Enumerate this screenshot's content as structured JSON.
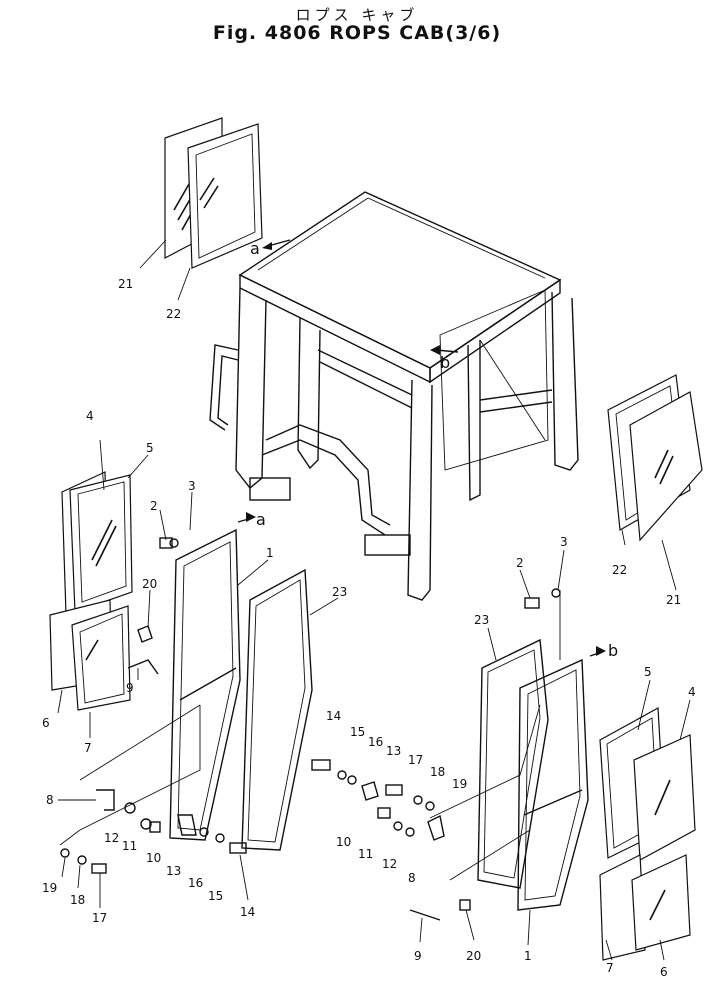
{
  "header": {
    "title_jp": "ロプス キャブ",
    "title": "Fig. 4806 ROPS CAB(3/6)"
  },
  "callouts": [
    {
      "id": "c21a",
      "text": "21"
    },
    {
      "id": "c22a",
      "text": "22"
    },
    {
      "id": "c4a",
      "text": "4"
    },
    {
      "id": "c5a",
      "text": "5"
    },
    {
      "id": "c2a",
      "text": "2"
    },
    {
      "id": "c3a",
      "text": "3"
    },
    {
      "id": "c1a",
      "text": "1"
    },
    {
      "id": "c23a",
      "text": "23"
    },
    {
      "id": "c20a",
      "text": "20"
    },
    {
      "id": "c9a",
      "text": "9"
    },
    {
      "id": "c6a",
      "text": "6"
    },
    {
      "id": "c7a",
      "text": "7"
    },
    {
      "id": "c8a",
      "text": "8"
    },
    {
      "id": "c12a",
      "text": "12"
    },
    {
      "id": "c11a",
      "text": "11"
    },
    {
      "id": "c10a",
      "text": "10"
    },
    {
      "id": "c13a",
      "text": "13"
    },
    {
      "id": "c16a",
      "text": "16"
    },
    {
      "id": "c15a",
      "text": "15"
    },
    {
      "id": "c14a",
      "text": "14"
    },
    {
      "id": "c19a",
      "text": "19"
    },
    {
      "id": "c18a",
      "text": "18"
    },
    {
      "id": "c17a",
      "text": "17"
    },
    {
      "id": "c22b",
      "text": "22"
    },
    {
      "id": "c21b",
      "text": "21"
    },
    {
      "id": "c2b",
      "text": "2"
    },
    {
      "id": "c3b",
      "text": "3"
    },
    {
      "id": "c23b",
      "text": "23"
    },
    {
      "id": "c5b",
      "text": "5"
    },
    {
      "id": "c4b",
      "text": "4"
    },
    {
      "id": "c14b",
      "text": "14"
    },
    {
      "id": "c15b",
      "text": "15"
    },
    {
      "id": "c16b",
      "text": "16"
    },
    {
      "id": "c13b",
      "text": "13"
    },
    {
      "id": "c17b",
      "text": "17"
    },
    {
      "id": "c18b",
      "text": "18"
    },
    {
      "id": "c19b",
      "text": "19"
    },
    {
      "id": "c10b",
      "text": "10"
    },
    {
      "id": "c11b",
      "text": "11"
    },
    {
      "id": "c12b",
      "text": "12"
    },
    {
      "id": "c8b",
      "text": "8"
    },
    {
      "id": "c1b",
      "text": "1"
    },
    {
      "id": "c7b",
      "text": "7"
    },
    {
      "id": "c6b",
      "text": "6"
    },
    {
      "id": "c9b",
      "text": "9"
    },
    {
      "id": "c20b",
      "text": "20"
    }
  ],
  "refs": [
    {
      "id": "ra_top",
      "text": "a"
    },
    {
      "id": "rb_top",
      "text": "b"
    },
    {
      "id": "ra_door",
      "text": "a"
    },
    {
      "id": "rb_door",
      "text": "b"
    }
  ]
}
